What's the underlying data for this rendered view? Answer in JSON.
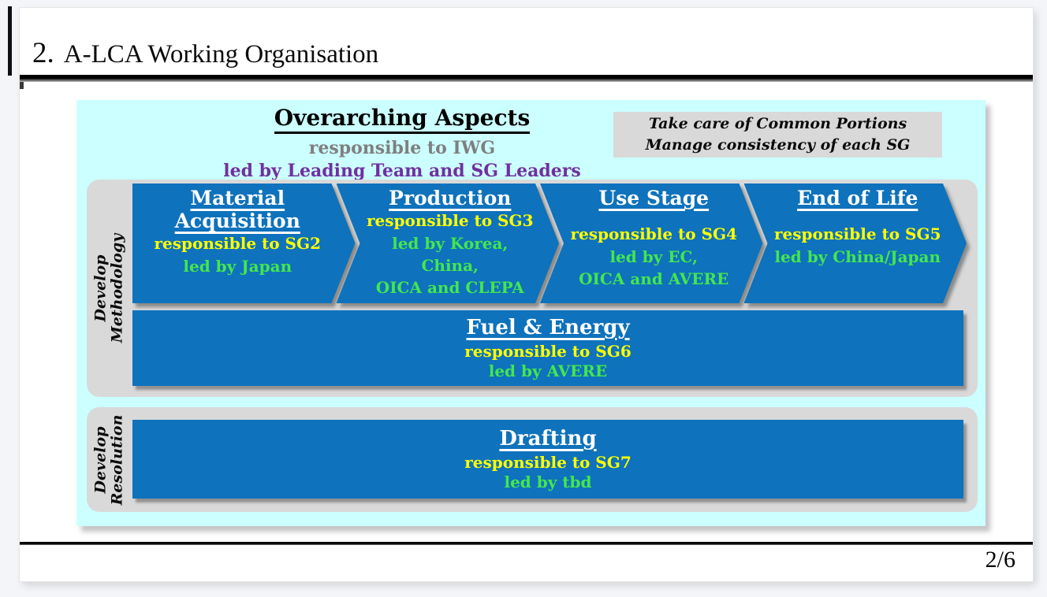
{
  "slide": {
    "title_number": "2.",
    "title": "A-LCA Working Organisation",
    "page_number": "2/6"
  },
  "panel": {
    "header": {
      "title": "Overarching Aspects",
      "responsible": "responsible to IWG",
      "led_by": "led by Leading Team and SG Leaders"
    },
    "note": {
      "line1": "Take care of Common Portions",
      "line2": "Manage consistency of each SG"
    }
  },
  "groups": [
    {
      "label_line1": "Develop",
      "label_line2": "Methodology"
    },
    {
      "label_line1": "Develop",
      "label_line2": "Resolution"
    }
  ],
  "stages": [
    {
      "title": "Material Acquisition",
      "responsible": "responsible to SG2",
      "led_by_lines": [
        "led by Japan"
      ]
    },
    {
      "title": "Production",
      "responsible": "responsible to SG3",
      "led_by_lines": [
        "led by Korea, China,",
        "OICA and CLEPA"
      ]
    },
    {
      "title": "Use Stage",
      "responsible": "responsible to SG4",
      "led_by_lines": [
        "led by EC,",
        "OICA and AVERE"
      ]
    },
    {
      "title": "End of Life",
      "responsible": "responsible to SG5",
      "led_by_lines": [
        "led by China/Japan"
      ]
    }
  ],
  "bars": [
    {
      "title": "Fuel & Energy",
      "responsible": "responsible to SG6",
      "led_by": "led by AVERE"
    },
    {
      "title": "Drafting",
      "responsible": "responsible to SG7",
      "led_by": "led by tbd"
    }
  ],
  "colors": {
    "panel_bg": "#CCFFFF",
    "shape_blue": "#0E72BC",
    "container_gray": "#D9D9D9",
    "note_bg": "#D9D9D9",
    "responsible_yellow": "#FFFF00",
    "led_green": "#44E64E",
    "led_purple": "#7030A0",
    "responsible_gray": "#7F7F7F"
  }
}
